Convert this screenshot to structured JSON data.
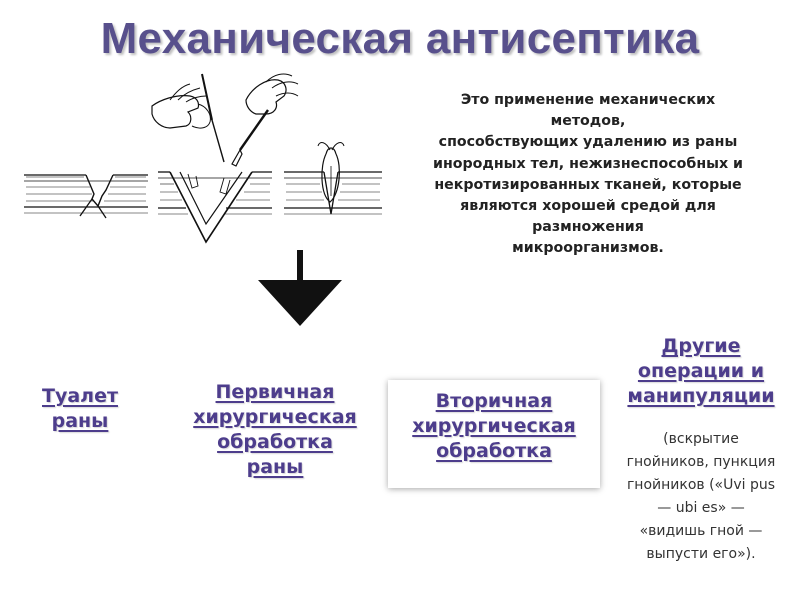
{
  "title": "Механическая антисептика",
  "definition": {
    "lines": [
      "Это применение механических",
      "методов,",
      "способствующих удалению из раны",
      "инородных тел, нежизнеспособных и",
      "некротизированных тканей, которые",
      "являются хорошей средой для",
      "размножения",
      "микроорганизмов."
    ]
  },
  "illustration": {
    "icons": [
      "wound-section-icon",
      "wound-excision-hands-icon",
      "sutured-wound-icon"
    ]
  },
  "arrow_icon": "down-arrow-icon",
  "methods": {
    "toilet": {
      "lines": [
        "Туалет",
        "раны"
      ]
    },
    "primary": {
      "lines": [
        "Первичная",
        "хирургическая",
        "обработка",
        "раны"
      ]
    },
    "secondary": {
      "lines": [
        "Вторичная",
        "хирургическая",
        "обработка"
      ]
    },
    "other": {
      "lines": [
        "Другие",
        "операции и",
        "манипуляции"
      ],
      "note_lines": [
        "(вскрытие",
        "гнойников, пункция",
        "гнойников («Uvi pus",
        "— ubi es» —",
        "«видишь гной —",
        "выпусти его»)."
      ]
    }
  },
  "colors": {
    "title": "#58508c",
    "method_label": "#4d3d8c",
    "arrow": "#111111"
  }
}
